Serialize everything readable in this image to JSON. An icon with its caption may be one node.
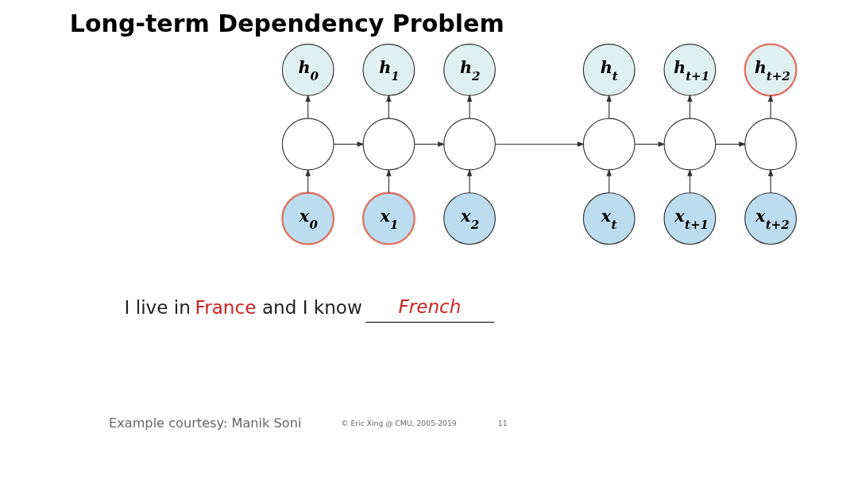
{
  "diagram": {
    "title": "Long-term Dependency Problem",
    "nodes": [
      {
        "text": [
          "h$_{0}$"
        ]
      },
      {
        "text": [
          "h$_{1}$"
        ]
      },
      {
        "text": [
          "h$_{2}$"
        ]
      },
      {
        "text": [
          "h$_{t}$"
        ]
      },
      {
        "text": [
          "h$_{t+1}$"
        ]
      },
      {
        "text": [
          "h$_{t+2}$"
        ]
      },
      {
        "text": [],
        "shape": "circle"
      },
      {
        "text": [],
        "shape": "circle"
      },
      {
        "text": [],
        "shape": "circle"
      },
      {
        "text": [],
        "shape": "circle"
      },
      {
        "text": [],
        "shape": "circle"
      },
      {
        "text": [],
        "shape": "circle"
      },
      {
        "text": [
          "x$_{0}$"
        ]
      },
      {
        "text": [
          "x$_{1}$"
        ]
      },
      {
        "text": [
          "x$_{2}$"
        ]
      },
      {
        "text": [
          "x$_{t}$"
        ]
      },
      {
        "text": [
          "x$_{t+1}$"
        ]
      },
      {
        "text": [
          "x$_{t+2}$"
        ]
      }
    ],
    "edges": [
      {
        "from": 6,
        "to": 0,
        "arrow": "to"
      },
      {
        "from": 7,
        "to": 1,
        "arrow": "to"
      },
      {
        "from": 8,
        "to": 2,
        "arrow": "to"
      },
      {
        "from": 9,
        "to": 3,
        "arrow": "to"
      },
      {
        "from": 10,
        "to": 4,
        "arrow": "to"
      },
      {
        "from": 11,
        "to": 5,
        "arrow": "to"
      },
      {
        "from": 6,
        "to": 7,
        "arrow": "to"
      },
      {
        "from": 7,
        "to": 8,
        "arrow": "to"
      },
      {
        "from": 8,
        "to": 9,
        "arrow": "to"
      },
      {
        "from": 9,
        "to": 10,
        "arrow": "to"
      },
      {
        "from": 10,
        "to": 11,
        "arrow": "to"
      },
      {
        "from": 12,
        "to": 6,
        "arrow": "to"
      },
      {
        "from": 13,
        "to": 7,
        "arrow": "to"
      },
      {
        "from": 14,
        "to": 8,
        "arrow": "to"
      },
      {
        "from": 15,
        "to": 9,
        "arrow": "to"
      },
      {
        "from": 16,
        "to": 10,
        "arrow": "to"
      },
      {
        "from": 17,
        "to": 11,
        "arrow": "to"
      }
    ],
    "labels": [
      "I live in",
      "France",
      "and I know",
      "French",
      "Example courtesy: Manik Soni",
      "© Eric Xing @ CMU, 2005-2019",
      "11"
    ]
  }
}
